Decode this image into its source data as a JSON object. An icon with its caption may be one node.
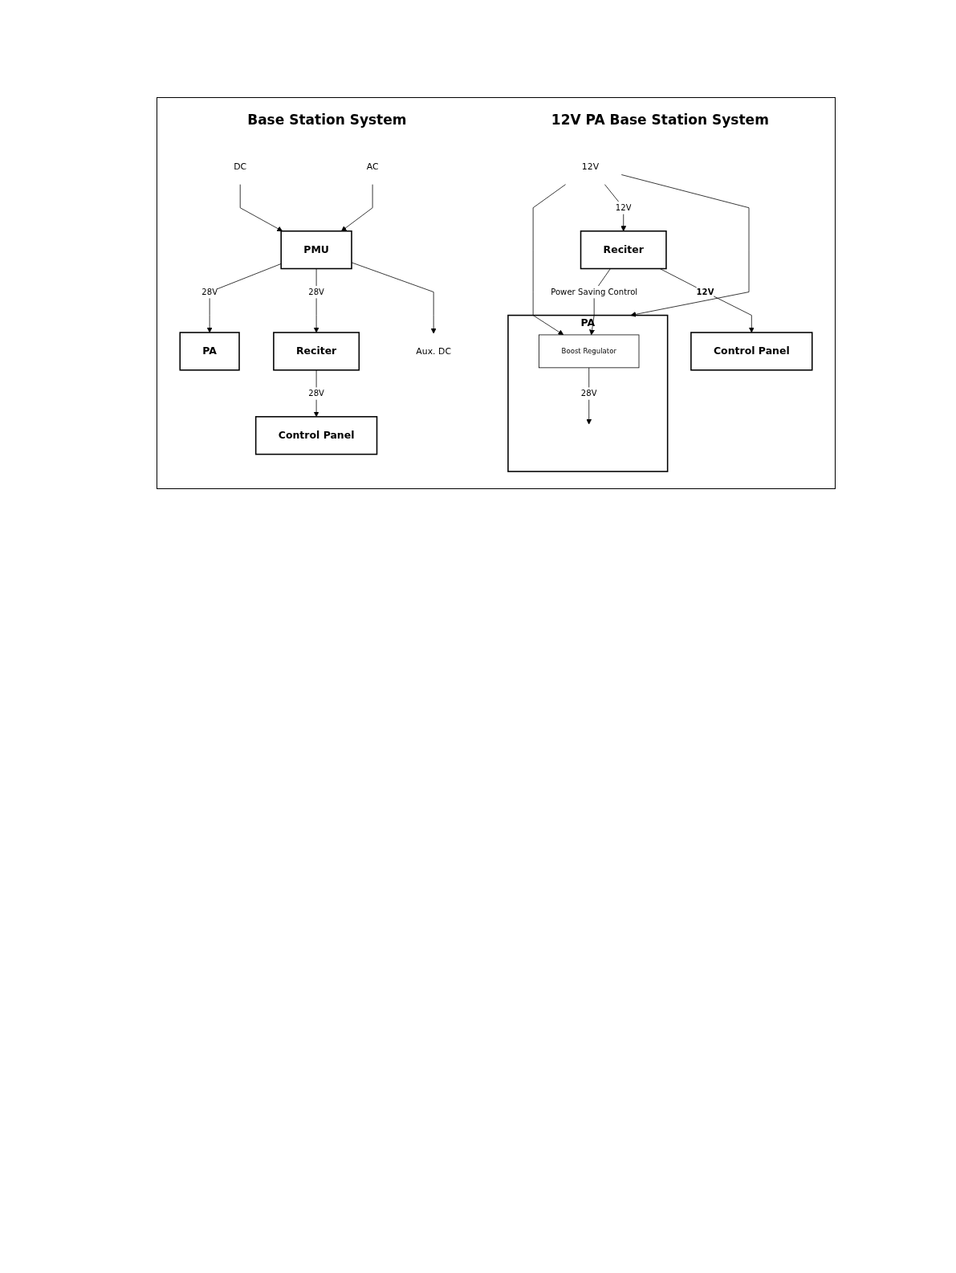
{
  "diagram": {
    "nodes": [
      {
        "text": [
          "DC"
        ]
      },
      {
        "text": [
          "AC"
        ]
      },
      {
        "text": [
          "PMU"
        ]
      },
      {
        "text": [
          "Aux. DC"
        ]
      },
      {
        "text": [
          "PA"
        ]
      },
      {
        "text": [
          "Reciter"
        ]
      },
      {
        "text": [
          "Control Panel"
        ]
      },
      {
        "text": [
          "12V"
        ]
      },
      {
        "text": [
          "PA"
        ]
      },
      {
        "text": [
          "Boost Regulator"
        ],
        "in": 8
      },
      {
        "text": [
          "Reciter"
        ]
      },
      {
        "text": [
          "Control Panel"
        ]
      }
    ],
    "edges": [
      {
        "from": 0,
        "to": 2,
        "arrow": "to"
      },
      {
        "from": 1,
        "to": 2,
        "arrow": "to"
      },
      {
        "from": 2,
        "to": 4,
        "arrow": "to",
        "label": "28V"
      },
      {
        "from": 2,
        "to": 5,
        "arrow": "to",
        "label": "28V"
      },
      {
        "from": 2,
        "to": 3,
        "arrow": "to"
      },
      {
        "from": 5,
        "to": 6,
        "arrow": "to",
        "label": "28V"
      },
      {
        "from": 7,
        "to": 8,
        "arrow": "to"
      },
      {
        "from": 7,
        "to": 9,
        "arrow": "to"
      },
      {
        "from": 7,
        "to": 10,
        "arrow": "to",
        "label": "12V"
      },
      {
        "from": 9,
        "to": null,
        "arrow": "to",
        "label": "28V"
      },
      {
        "from": 10,
        "to": 9,
        "arrow": "to",
        "label": "Power Saving Control"
      },
      {
        "from": 10,
        "to": 11,
        "arrow": "to",
        "label": "12V"
      }
    ],
    "labels": [
      "Base Station System",
      "12V PA Base Station System"
    ]
  }
}
